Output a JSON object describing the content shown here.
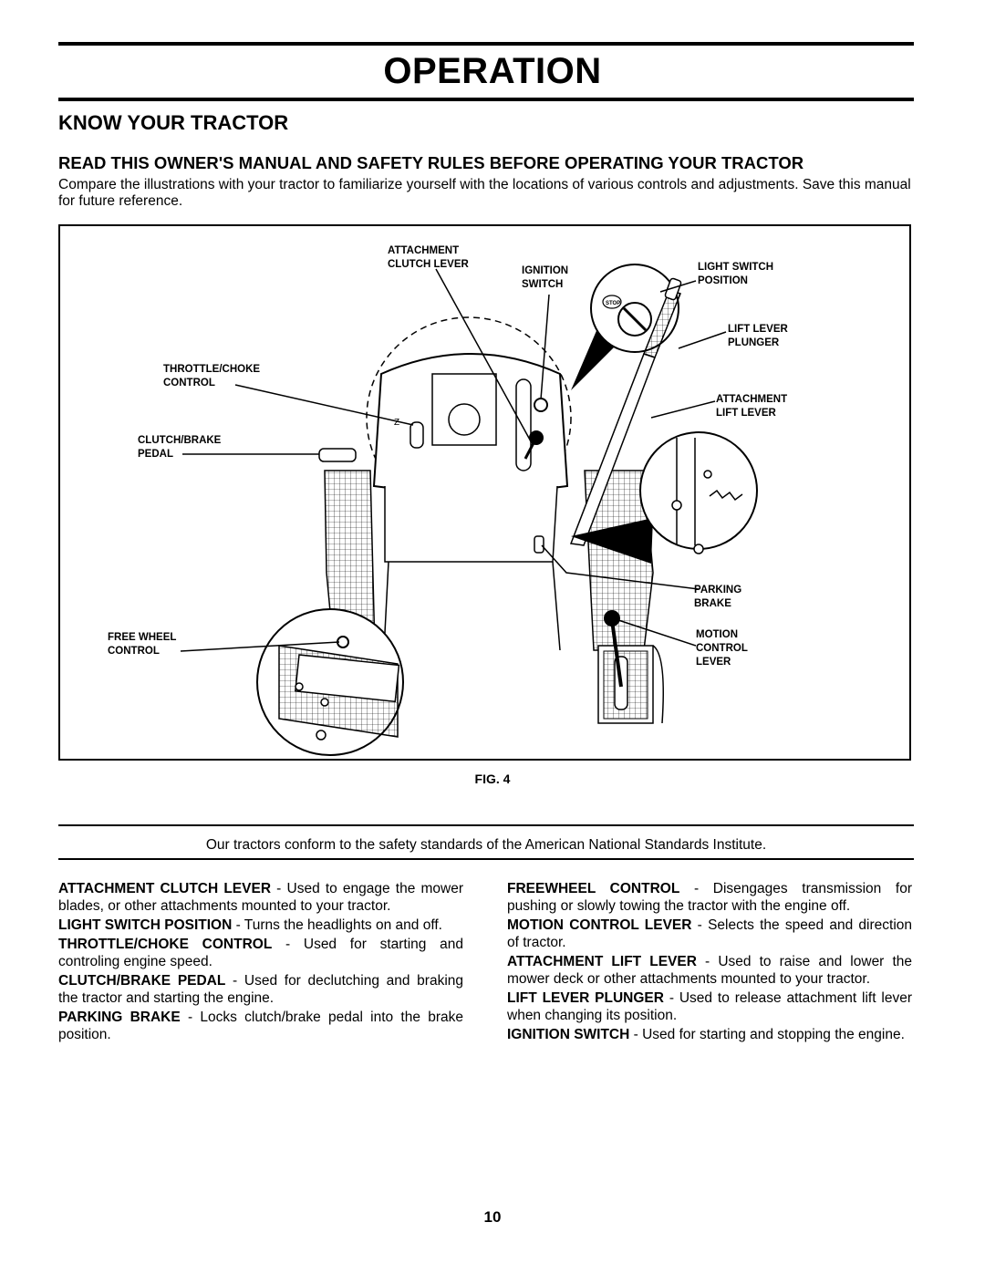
{
  "header": {
    "title": "OPERATION"
  },
  "section": {
    "heading": "KNOW YOUR TRACTOR",
    "subheading": "READ THIS OWNER'S MANUAL AND SAFETY RULES BEFORE OPERATING YOUR TRACTOR",
    "intro": "Compare the illustrations with your tractor to familiarize yourself with the locations of various controls and adjustments. Save this manual for future reference."
  },
  "figure": {
    "caption": "FIG. 4",
    "callouts": {
      "attachment_clutch_lever": "ATTACHMENT\nCLUTCH LEVER",
      "ignition_switch": "IGNITION\nSWITCH",
      "light_switch_position": "LIGHT SWITCH\nPOSITION",
      "lift_lever_plunger": "LIFT LEVER\nPLUNGER",
      "throttle_choke_control": "THROTTLE/CHOKE\nCONTROL",
      "attachment_lift_lever": "ATTACHMENT\nLIFT LEVER",
      "clutch_brake_pedal": "CLUTCH/BRAKE\nPEDAL",
      "parking_brake": "PARKING\nBRAKE",
      "free_wheel_control": "FREE WHEEL\nCONTROL",
      "motion_control_lever": "MOTION\nCONTROL\nLEVER"
    },
    "switch_stop_label": "STOP"
  },
  "notice": "Our tractors conform to the safety standards of the American National Standards Institute.",
  "descriptions_left": [
    {
      "term": "ATTACHMENT CLUTCH LEVER",
      "text": " - Used to engage the mower blades, or other attachments mounted to your tractor."
    },
    {
      "term": "LIGHT SWITCH POSITION",
      "text": " - Turns the headlights on and off."
    },
    {
      "term": "THROTTLE/CHOKE CONTROL",
      "text": " - Used for starting and controling engine speed."
    },
    {
      "term": "CLUTCH/BRAKE PEDAL",
      "text": " - Used for declutching and braking the tractor and starting the engine."
    },
    {
      "term": "PARKING BRAKE",
      "text": " - Locks clutch/brake pedal into the brake position."
    }
  ],
  "descriptions_right": [
    {
      "term": "FREEWHEEL CONTROL",
      "text": " - Disengages transmission for pushing or slowly towing the tractor with the engine off."
    },
    {
      "term": "MOTION CONTROL LEVER",
      "text": " - Selects the speed and direction of tractor."
    },
    {
      "term": "ATTACHMENT LIFT LEVER",
      "text": " - Used to raise and lower the mower deck or other attachments mounted to your tractor."
    },
    {
      "term": "LIFT LEVER PLUNGER",
      "text": " - Used to release attachment lift lever when changing its position."
    },
    {
      "term": "IGNITION SWITCH",
      "text": " - Used for starting and stopping the engine."
    }
  ],
  "footer": {
    "page_number": "10"
  }
}
